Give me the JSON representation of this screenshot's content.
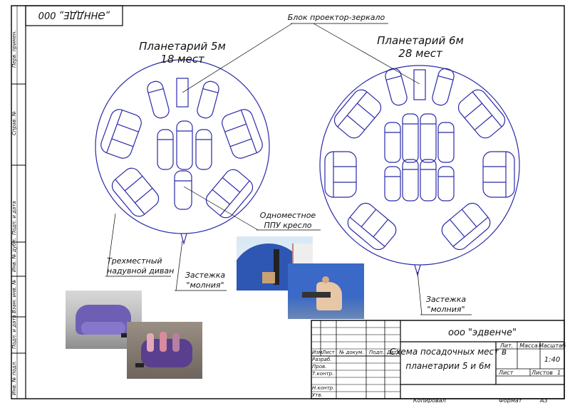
{
  "stamp_top": "„ӘННДДЕ„ 000",
  "side_labels": [
    "Перв. примен.",
    "Справ. №",
    "Подп. и дата",
    "Инв. № дубл.",
    "Взам. инв. №",
    "Подп. и дата",
    "Инв. № подл."
  ],
  "planetarium_left": {
    "title": "Планетарий 5м",
    "subtitle": "18 мест"
  },
  "planetarium_right": {
    "title": "Планетарий 6м",
    "subtitle": "28 мест"
  },
  "callouts": {
    "projector": "Блок проектор-зеркало",
    "single_seat_1": "Одноместное",
    "single_seat_2": "ППУ кресло",
    "sofa_1": "Трехместный",
    "sofa_2": "надувной диван",
    "zipper_left_1": "Застежка",
    "zipper_left_2": "\"молния\"",
    "zipper_right_1": "Застежка",
    "zipper_right_2": "\"молния\""
  },
  "title_block": {
    "company": "ооо \"эдвенче\"",
    "drawing_title_1": "Схема посадочных мест в",
    "drawing_title_2": "планетарии 5 и 6м",
    "col_izm": "Изм.",
    "col_list": "Лист",
    "col_doc": "№ докум.",
    "col_sign": "Подп.",
    "col_date": "Дата",
    "row_razrab": "Разраб.",
    "row_prov": "Пров.",
    "row_tkontr": "Т.контр.",
    "row_nkontr": "Н.контр.",
    "row_utv": "Утв.",
    "lit": "Лит.",
    "mass": "Масса",
    "scale": "Масштаб",
    "scale_value": "1:40",
    "sheet": "Лист",
    "sheets": "Листов",
    "sheets_value": "1",
    "copied": "Копировал",
    "format": "Формат",
    "format_value": "А3"
  }
}
